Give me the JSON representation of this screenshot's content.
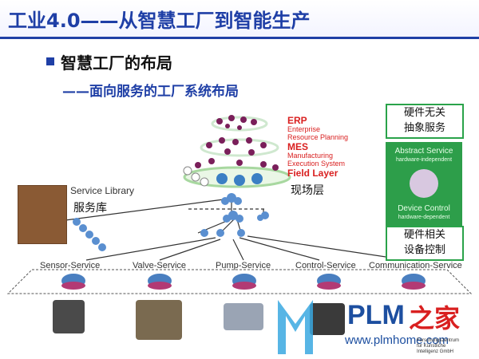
{
  "title": "工业4.0——从智慧工厂到智能生产",
  "heading": "智慧工厂的布局",
  "subheading": "——面向服务的工厂系统布局",
  "layers": {
    "erp": "ERP",
    "erp_desc_1": "Enterprise",
    "erp_desc_2": "Resource Planning",
    "mes": "MES",
    "mes_desc_1": "Manufacturing",
    "mes_desc_2": "Execution System",
    "field": "Field Layer"
  },
  "labels": {
    "field_cn": "现场层",
    "service_library": "Service Library",
    "service_library_cn": "服务库"
  },
  "boxes": {
    "hw_independent_line1": "硬件无关",
    "hw_independent_line2": "抽象服务",
    "hw_dependent_line1": "硬件相关",
    "hw_dependent_line2": "设备控制"
  },
  "panel": {
    "abstract_service": "Abstract Service",
    "hardware_independent": "hardware-independent",
    "device_control": "Device Control",
    "hardware_dependent": "hardware-dependent"
  },
  "services": [
    "Sensor-Service",
    "Valve-Service",
    "Pump-Service",
    "Control-Service",
    "Communication-Service"
  ],
  "watermark": {
    "brand": "PLM",
    "brand_cn": "之家",
    "url": "www.plmhome.com",
    "credit_1": "Forschungszentrum",
    "credit_2": "für Künstliche",
    "credit_3": "Intelligenz GmbH"
  },
  "colors": {
    "title": "#1f3fa6",
    "layer_text": "#d91f1f",
    "box_border": "#2aa34a",
    "panel": "#2d9e4a"
  }
}
